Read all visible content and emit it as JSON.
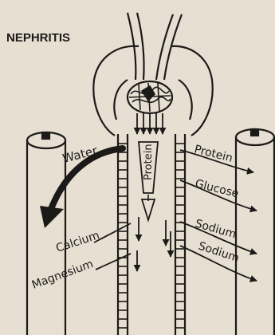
{
  "title": "NEPHRITIS",
  "labels": {
    "water": "Water",
    "protein_in_tubule": "Protein",
    "protein_out": "Protein",
    "glucose": "Glucose",
    "sodium_upper": "Sodium",
    "sodium_lower": "Sodium",
    "calcium": "Calcium",
    "magnesium": "Magnesium"
  },
  "colors": {
    "background": "#e7dfd2",
    "ink": "#1c1a18"
  }
}
